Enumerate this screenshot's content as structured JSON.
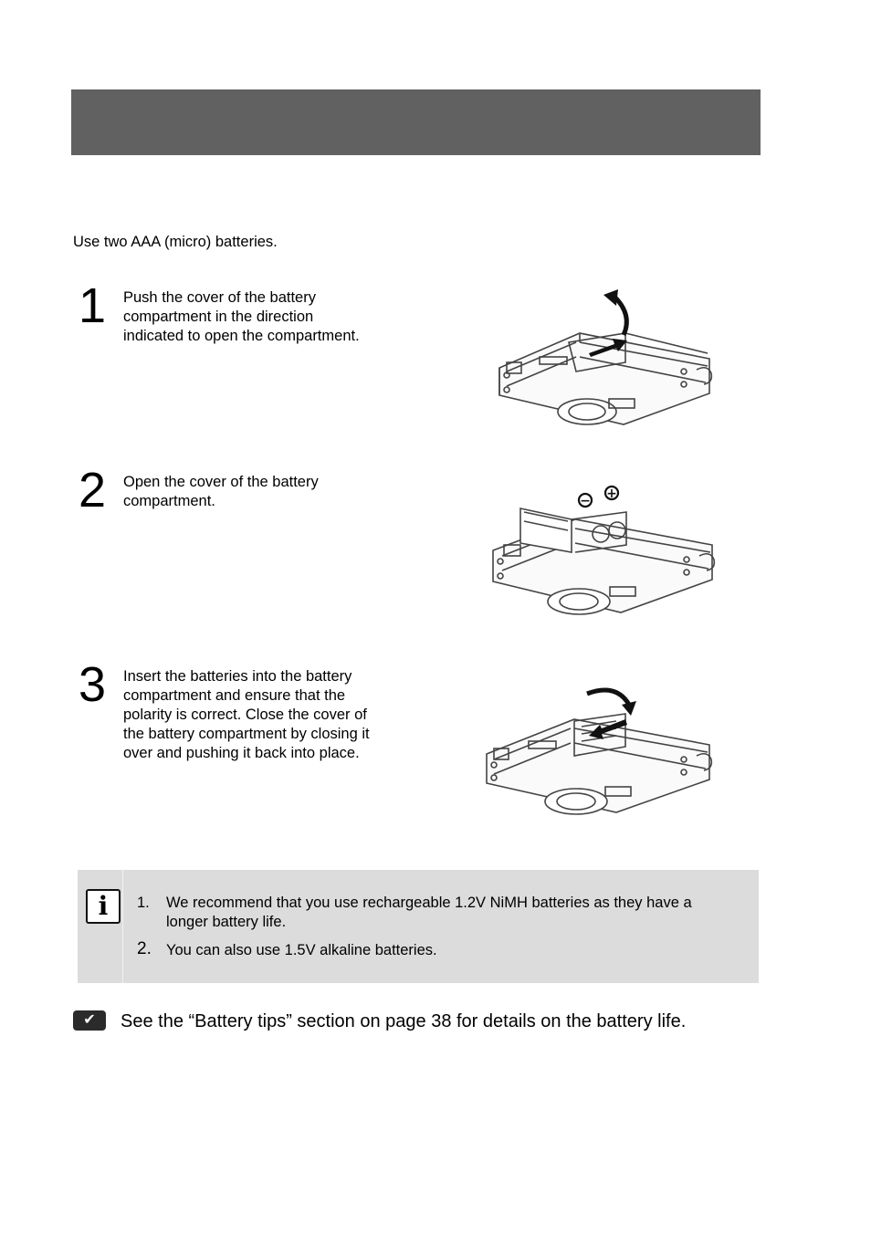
{
  "intro": "Use two AAA (micro) batteries.",
  "steps": [
    {
      "number": "1",
      "lines": [
        "Push the cover of the battery",
        "compartment in the direction",
        "indicated to open the compartment."
      ]
    },
    {
      "number": "2",
      "lines": [
        "Open the cover of the battery",
        "compartment."
      ]
    },
    {
      "number": "3",
      "lines": [
        "Insert the batteries into the battery",
        "compartment and ensure that the",
        "polarity is correct. Close the cover of",
        "the battery compartment by closing it",
        "over and pushing it back into place."
      ]
    }
  ],
  "note": {
    "icon": "info-icon",
    "items": [
      {
        "number": "1.",
        "lines": [
          "We recommend that you use rechargeable 1.2V NiMH batteries as they have a",
          "longer battery life."
        ]
      },
      {
        "number": "2.",
        "lines": [
          "You can also use 1.5V alkaline batteries."
        ]
      }
    ]
  },
  "tip": {
    "icon": "checkmark-icon",
    "symbol": "✔",
    "text": "See the “Battery tips” section on page 38 for details on the battery life."
  },
  "polarity": {
    "minus": "−",
    "plus": "+"
  },
  "colors": {
    "header_bar": "#616161",
    "note_background": "#dcdcdc"
  }
}
